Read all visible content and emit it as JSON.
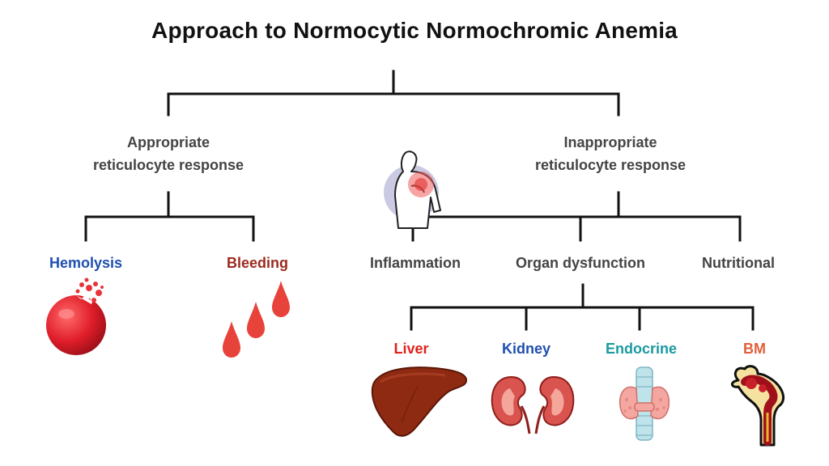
{
  "title": "Approach to Normocytic Normochromic Anemia",
  "branches": {
    "appropriate": {
      "line1": "Appropriate",
      "line2": "reticulocyte response"
    },
    "inappropriate": {
      "line1": "Inappropriate",
      "line2": "reticulocyte response"
    }
  },
  "nodes": {
    "hemolysis": "Hemolysis",
    "bleeding": "Bleeding",
    "inflammation": "Inflammation",
    "organ_dysfunction": "Organ dysfunction",
    "nutritional": "Nutritional",
    "liver": "Liver",
    "kidney": "Kidney",
    "endocrine": "Endocrine",
    "bm": "BM"
  },
  "colors": {
    "hemolysis": "#1f4fb0",
    "bleeding": "#9c2a1e",
    "neutral": "#444444",
    "liver": "#e0201a",
    "kidney": "#1f4fb0",
    "endocrine": "#1a9aa0",
    "bm": "#e0603a"
  },
  "icons": [
    "rbc-lysis-icon",
    "blood-drops-icon",
    "shoulder-pain-icon",
    "liver-icon",
    "kidneys-icon",
    "thyroid-icon",
    "bone-marrow-icon"
  ]
}
